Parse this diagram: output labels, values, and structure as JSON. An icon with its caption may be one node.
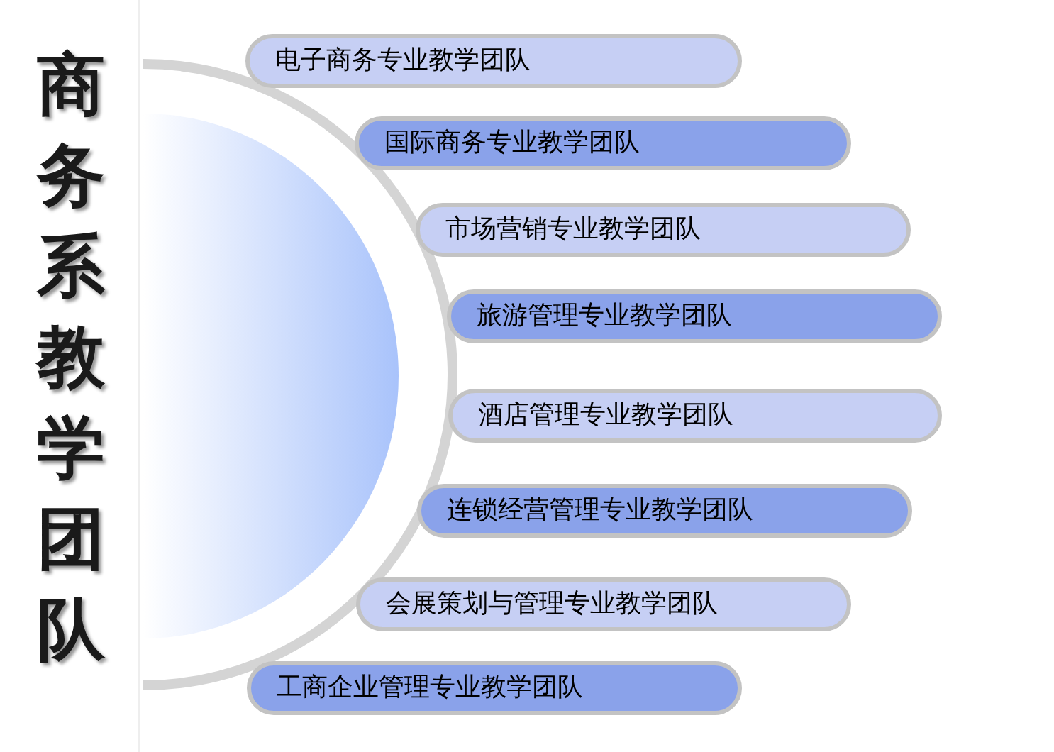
{
  "diagram": {
    "title": "商务系教学团队",
    "nodes": [
      {
        "text": [],
        "shape": "semicircle"
      },
      {
        "text": [
          "电子商务专业教学团队"
        ]
      },
      {
        "text": [
          "国际商务专业教学团队"
        ]
      },
      {
        "text": [
          "市场营销专业教学团队"
        ]
      },
      {
        "text": [
          "旅游管理专业教学团队"
        ]
      },
      {
        "text": [
          "酒店管理专业教学团队"
        ]
      },
      {
        "text": [
          "连锁经营管理专业教学团队"
        ]
      },
      {
        "text": [
          "会展策划与管理专业教学团队"
        ]
      },
      {
        "text": [
          "工商企业管理专业教学团队"
        ]
      }
    ]
  }
}
